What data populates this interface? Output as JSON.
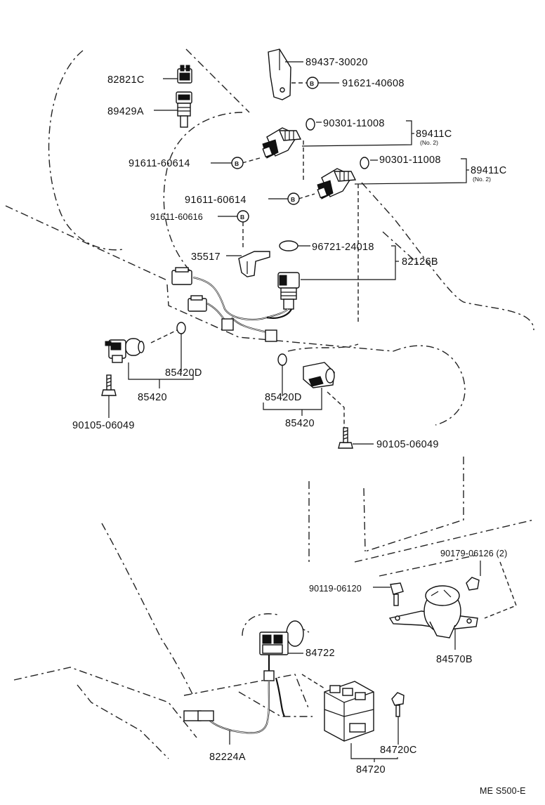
{
  "labels": {
    "p89437": "89437-30020",
    "p82821c": "82821C",
    "p91621": "91621-40608",
    "p89429a": "89429A",
    "p90301_a": "90301-11008",
    "p89411c_a": "89411C",
    "p89411c_a_note": "(No. 2)",
    "p91611_a": "91611-60614",
    "p90301_b": "90301-11008",
    "p89411c_b": "89411C",
    "p89411c_b_note": "(No. 2)",
    "p91611_b": "91611-60614",
    "p91611_c": "91611-60616",
    "p96721": "96721-24018",
    "p35517": "35517",
    "p82126b": "82126B",
    "p85420d_a": "85420D",
    "p85420_a": "85420",
    "p90105_a": "90105-06049",
    "p85420d_b": "85420D",
    "p85420_b": "85420",
    "p90105_b": "90105-06049",
    "p90179": "90179-06126 (2)",
    "p90119": "90119-06120",
    "p84722": "84722",
    "p84570b": "84570B",
    "p84720c": "84720C",
    "p82224a": "82224A",
    "p84720": "84720",
    "ref_code": "ME S500-E"
  },
  "markers": {
    "bolt_marker": "B"
  }
}
